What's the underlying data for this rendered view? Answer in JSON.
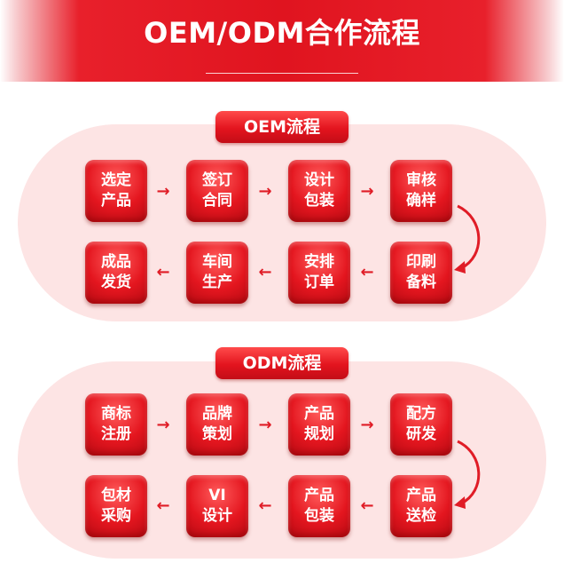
{
  "header": {
    "title": "OEM/ODM合作流程"
  },
  "oem": {
    "title": "OEM流程",
    "steps": [
      [
        "选定",
        "产品"
      ],
      [
        "签订",
        "合同"
      ],
      [
        "设计",
        "包装"
      ],
      [
        "审核",
        "确样"
      ],
      [
        "印刷",
        "备料"
      ],
      [
        "安排",
        "订单"
      ],
      [
        "车间",
        "生产"
      ],
      [
        "成品",
        "发货"
      ]
    ]
  },
  "odm": {
    "title": "ODM流程",
    "steps": [
      [
        "商标",
        "注册"
      ],
      [
        "品牌",
        "策划"
      ],
      [
        "产品",
        "规划"
      ],
      [
        "配方",
        "研发"
      ],
      [
        "产品",
        "送检"
      ],
      [
        "产品",
        "包装"
      ],
      [
        "VI",
        "设计"
      ],
      [
        "包材",
        "采购"
      ]
    ]
  },
  "colors": {
    "accent": "#e0141f",
    "panel": "#fde4e4"
  },
  "icons": {
    "forward": "→",
    "backward": "←"
  }
}
